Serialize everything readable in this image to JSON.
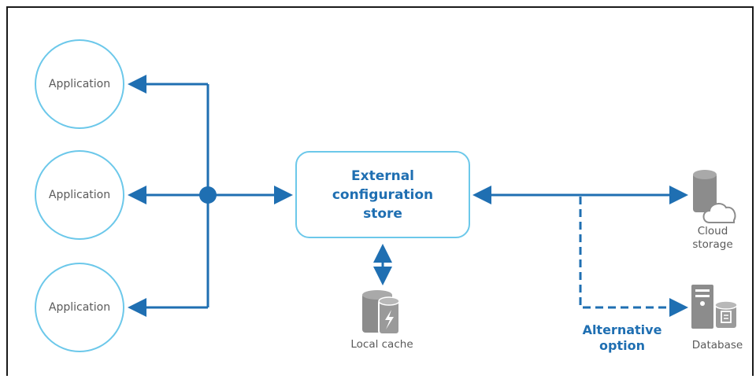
{
  "applications": [
    "Application",
    "Application",
    "Application"
  ],
  "store": {
    "line1": "External",
    "line2": "configuration",
    "line3": "store"
  },
  "local_cache": {
    "label": "Local cache"
  },
  "cloud_storage": {
    "line1": "Cloud",
    "line2": "storage"
  },
  "database": {
    "label": "Database"
  },
  "alternative": {
    "line1": "Alternative",
    "line2": "option"
  },
  "colors": {
    "arrow": "#1f6fb2",
    "outline": "#6cc8ea",
    "icon_gray": "#8c8c8c",
    "text_gray": "#5a5a5a"
  }
}
